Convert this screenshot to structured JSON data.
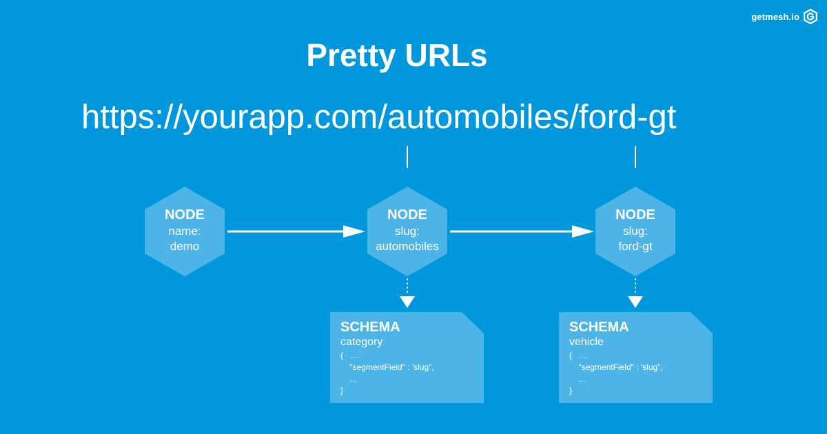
{
  "brand": {
    "text": "getmesh.io",
    "logo_icon": "mesh-logo-icon"
  },
  "title": "Pretty URLs",
  "url": "https://yourapp.com/automobiles/ford-gt",
  "colors": {
    "background": "#0097dc",
    "shape_fill": "#4db4e8",
    "text": "#ffffff"
  },
  "nodes": [
    {
      "title": "NODE",
      "field": "name:",
      "value": "demo"
    },
    {
      "title": "NODE",
      "field": "slug:",
      "value": "automobiles"
    },
    {
      "title": "NODE",
      "field": "slug:",
      "value": "ford-gt"
    }
  ],
  "schemas": [
    {
      "title": "SCHEMA",
      "name": "category",
      "code": "{   ....\n    \"segmentField\" : 'slug\",\n    ...\n}"
    },
    {
      "title": "SCHEMA",
      "name": "vehicle",
      "code": "{   ....\n    \"segmentField\" : 'slug\",\n    ...\n}"
    }
  ]
}
